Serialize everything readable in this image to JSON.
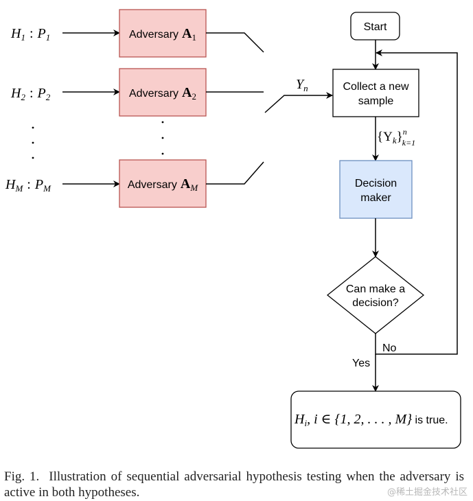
{
  "hypotheses": [
    {
      "h": "H",
      "h_sub": "1",
      "p": "P",
      "p_sub": "1"
    },
    {
      "h": "H",
      "h_sub": "2",
      "p": "P",
      "p_sub": "2"
    },
    {
      "h": "H",
      "h_sub": "M",
      "p": "P",
      "p_sub": "M"
    }
  ],
  "adversaries": [
    {
      "label": "Adversary",
      "symbol": "A",
      "sub": "1"
    },
    {
      "label": "Adversary",
      "symbol": "A",
      "sub": "2"
    },
    {
      "label": "Adversary",
      "symbol": "A",
      "sub": "M"
    }
  ],
  "switch_output": {
    "symbol": "Y",
    "sub": "n"
  },
  "flow": {
    "start": "Start",
    "collect_line1": "Collect a new",
    "collect_line2": "sample",
    "samples": {
      "set": "{Y",
      "set_sub": "k",
      "close": "}",
      "sup": "n",
      "sub": "k=1"
    },
    "decision_line1": "Decision",
    "decision_line2": "maker",
    "question_line1": "Can make a",
    "question_line2": "decision?",
    "no_label": "No",
    "yes_label": "Yes",
    "result_math": "H",
    "result_sub": "i",
    "result_set": ", i ∈ {1, 2, . . . , M}",
    "result_text": " is true."
  },
  "caption": {
    "fig": "Fig. 1.",
    "text": "Illustration of sequential adversarial hypothesis testing when the adversary is active in both hypotheses."
  },
  "watermark": "@稀土掘金技术社区",
  "colors": {
    "adversary_fill": "#f8cecc",
    "adversary_stroke": "#b85450",
    "decision_fill": "#dae8fc",
    "decision_stroke": "#6c8ebf",
    "line": "#000000"
  }
}
